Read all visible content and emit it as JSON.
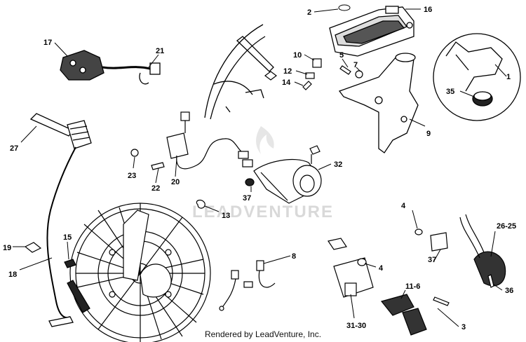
{
  "diagram": {
    "watermark": "LEADVENTURE",
    "footer": "Rendered by LeadVenture, Inc.",
    "parts": {
      "p1": "1",
      "p2": "2",
      "p3": "3",
      "p4a": "4",
      "p4b": "4",
      "p5": "5",
      "p7": "7",
      "p8": "8",
      "p9": "9",
      "p10": "10",
      "p11_6": "11-6",
      "p12": "12",
      "p13": "13",
      "p14": "14",
      "p15": "15",
      "p16": "16",
      "p17": "17",
      "p18": "18",
      "p19": "19",
      "p20": "20",
      "p21": "21",
      "p22": "22",
      "p23": "23",
      "p26_25": "26-25",
      "p27": "27",
      "p31_30": "31-30",
      "p32": "32",
      "p35": "35",
      "p36": "36",
      "p37a": "37",
      "p37b": "37"
    }
  }
}
